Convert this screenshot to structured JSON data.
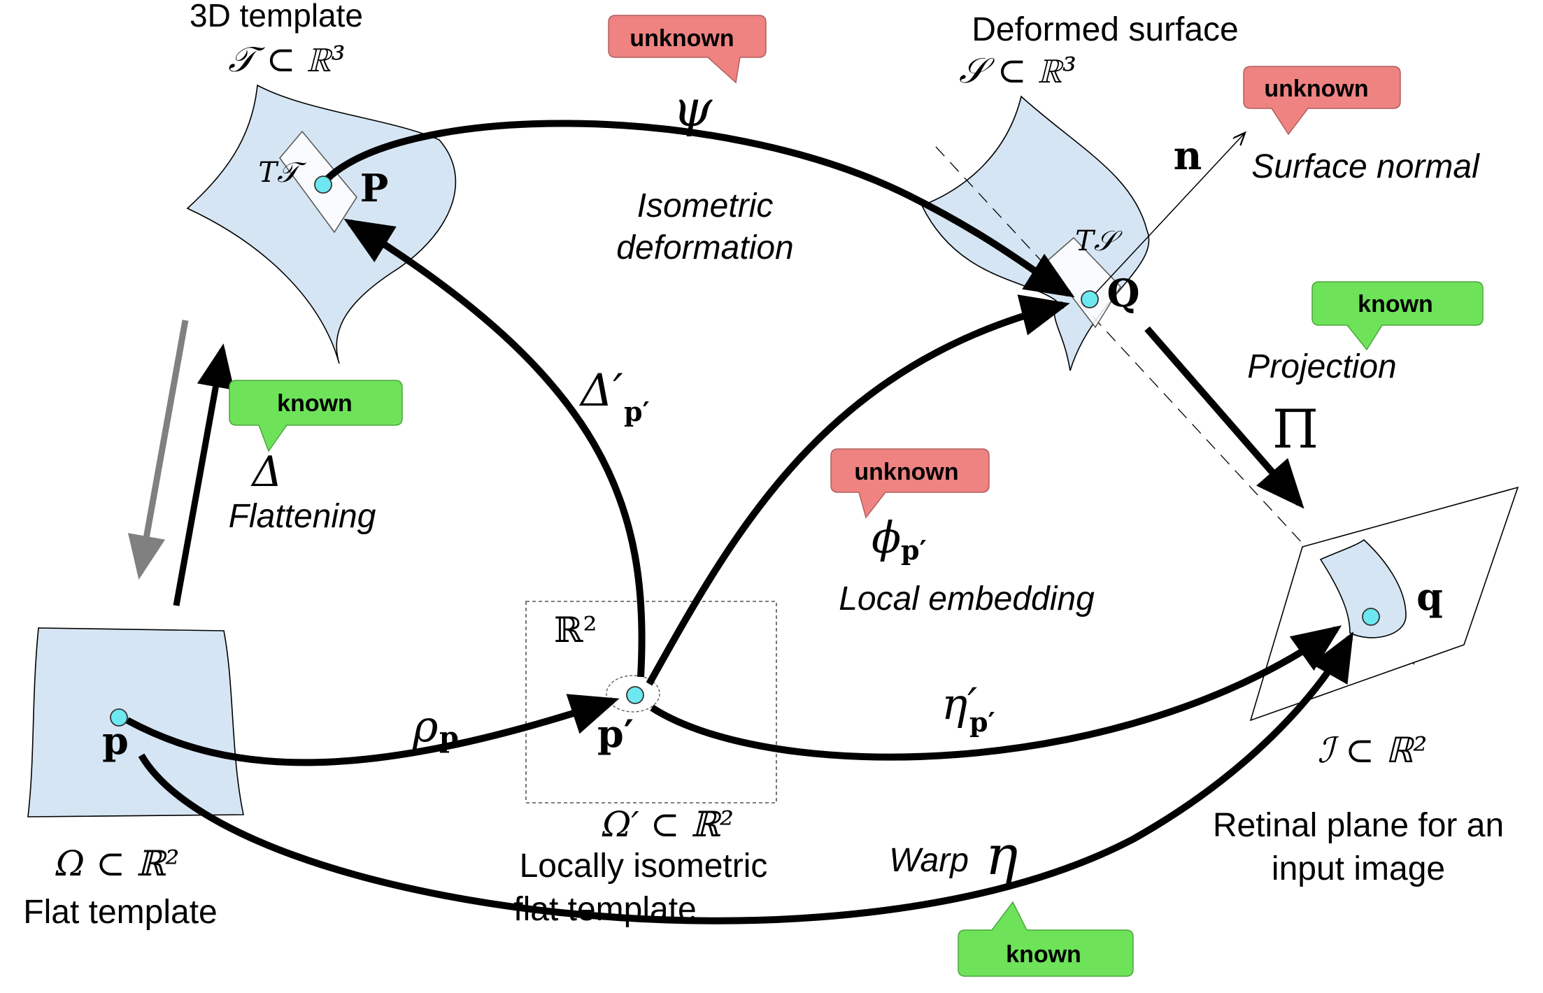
{
  "labels": {
    "template_3d_title": "3D template",
    "template_3d_math": "𝒯 ⊂ ℝ³",
    "tangent_T": "T𝒯",
    "point_P": "P",
    "deformed_title": "Deformed surface",
    "deformed_math": "𝒮 ⊂ ℝ³",
    "tangent_S": "T𝒮",
    "point_Q": "Q",
    "normal_n": "n",
    "surface_normal": "Surface normal",
    "psi": "ψ",
    "isometric_1": "Isometric",
    "isometric_2": "deformation",
    "delta_prime": "Δ′",
    "delta_prime_sub": "p′",
    "delta": "Δ",
    "flattening": "Flattening",
    "projection": "Projection",
    "pi": "Π",
    "phi": "ϕ",
    "phi_sub": "p′",
    "local_embedding": "Local embedding",
    "R2": "ℝ²",
    "point_p_prime": "p′",
    "point_p": "p",
    "rho": "ρ",
    "rho_sub": "p",
    "eta_prime": "η′",
    "eta_prime_sub": "p′",
    "q": "q",
    "image_math": "ℐ ⊂ ℝ²",
    "omega_math": "Ω ⊂ ℝ²",
    "flat_template": "Flat template",
    "omega_prime_math": "Ω′ ⊂ ℝ²",
    "locally_1": "Locally isometric",
    "locally_2": "flat template",
    "warp": "Warp",
    "eta": "η",
    "retinal_1": "Retinal plane for an",
    "retinal_2": "input image"
  },
  "bubbles": {
    "psi_status": "unknown",
    "normal_status": "unknown",
    "projection_status": "known",
    "flattening_status": "known",
    "embedding_status": "unknown",
    "warp_status": "known"
  },
  "colors": {
    "unknown": "#ee8382",
    "known": "#6ee35a",
    "surface_fill": "#d5e5f3",
    "point_fill": "#6de8f0",
    "arrow": "#000000",
    "reverse_arrow": "#808080"
  }
}
